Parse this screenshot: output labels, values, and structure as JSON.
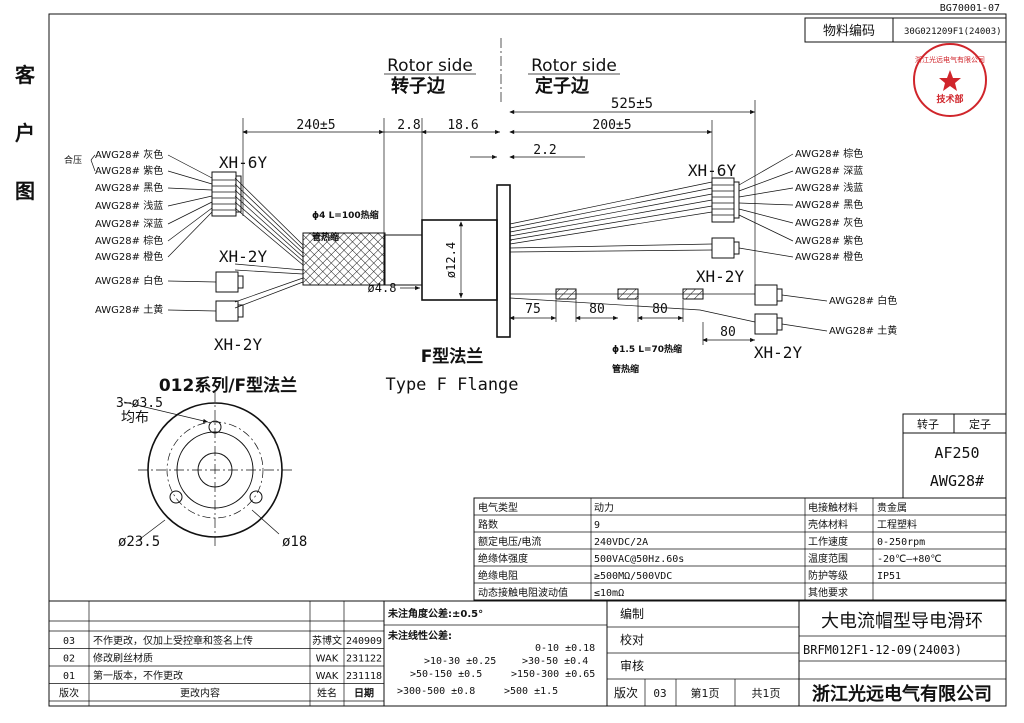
{
  "drawing_no": "BG70001-07",
  "material_code_label": "物料编码",
  "material_code": "30G021209F1(24003)",
  "stamp": {
    "outer": "浙江光远电气有限公司",
    "inner": "技术部"
  },
  "side_label": [
    "客",
    "户",
    "图"
  ],
  "rotor_side": {
    "en": "Rotor side",
    "zh": "转子边"
  },
  "stator_side": {
    "en": "Rotor side",
    "zh": "定子边"
  },
  "dims": {
    "d240": "240±5",
    "d2_8": "2.8",
    "d18_6": "18.6",
    "d525": "525±5",
    "d200": "200±5",
    "d2_2": "2.2",
    "d12_4": "ø12.4",
    "d4_8": "ø4.8",
    "d75": "75",
    "d80a": "80",
    "d80b": "80",
    "d80c": "80",
    "heat1a": "ϕ4 L=100热缩",
    "heat1b": "管热缩",
    "heat2a": "ϕ1.5 L=70热缩",
    "heat2b": "管热缩"
  },
  "connectors": {
    "xh6y": "XH-6Y",
    "xh2y": "XH-2Y"
  },
  "crimp_label": "合压",
  "left_wires": [
    "AWG28# 灰色",
    "AWG28# 紫色",
    "AWG28# 黑色",
    "AWG28# 浅蓝",
    "AWG28# 深蓝",
    "AWG28# 棕色",
    "AWG28# 橙色"
  ],
  "left_wires_2y": [
    "AWG28# 白色",
    "AWG28# 土黄"
  ],
  "right_wires": [
    "AWG28# 棕色",
    "AWG28# 深蓝",
    "AWG28# 浅蓝",
    "AWG28# 黑色",
    "AWG28# 灰色",
    "AWG28# 紫色",
    "AWG28# 橙色"
  ],
  "right_wires_2y": [
    "AWG28# 白色",
    "AWG28# 土黄"
  ],
  "flange": {
    "zh": "F型法兰",
    "en": "Type F Flange",
    "series": "012系列/F型法兰"
  },
  "flange_dims": {
    "holes": "3−ø3.5",
    "even": "均布",
    "outer": "ø23.5",
    "pcd": "ø18"
  },
  "wire_table": {
    "h1": "转子",
    "h2": "定子",
    "v1": "AF250",
    "v2": "AWG28#"
  },
  "spec_rows": [
    [
      "电气类型",
      "动力",
      "电接触材料",
      "贵金属"
    ],
    [
      "路数",
      "9",
      "壳体材料",
      "工程塑料"
    ],
    [
      "额定电压/电流",
      "240VDC/2A",
      "工作速度",
      "0-250rpm"
    ],
    [
      "绝缘体强度",
      "500VAC@50Hz.60s",
      "温度范围",
      "-20℃—+80℃"
    ],
    [
      "绝缘电阻",
      "≥500MΩ/500VDC",
      "防护等级",
      "IP51"
    ],
    [
      "动态接触电阻波动值",
      "≤10mΩ",
      "其他要求",
      ""
    ]
  ],
  "revisions": [
    [
      "03",
      "不作更改，仅加上受控章和签名上传",
      "苏博文",
      "240909"
    ],
    [
      "02",
      "修改刷丝材质",
      "WAK",
      "231122"
    ],
    [
      "01",
      "第一版本，不作更改",
      "WAK",
      "231118"
    ]
  ],
  "rev_header": [
    "版次",
    "更改内容",
    "姓名",
    "日期"
  ],
  "tolerance": {
    "angle": "未注角度公差:±0.5°",
    "linear": "未注线性公差:",
    "rows": [
      [
        "",
        "0-10 ±0.18"
      ],
      [
        ">10-30 ±0.25",
        ">30-50 ±0.4"
      ],
      [
        ">50-150 ±0.5",
        ">150-300 ±0.65"
      ],
      [
        ">300-500 ±0.8",
        ">500 ±1.5"
      ]
    ]
  },
  "sign": {
    "draw": "编制",
    "check": "校对",
    "review": "审核"
  },
  "product_name": "大电流帽型导电滑环",
  "part_no": "BRFM012F1-12-09(24003)",
  "page": {
    "ver_label": "版次",
    "ver": "03",
    "page": "第1页",
    "total": "共1页"
  },
  "company": "浙江光远电气有限公司"
}
